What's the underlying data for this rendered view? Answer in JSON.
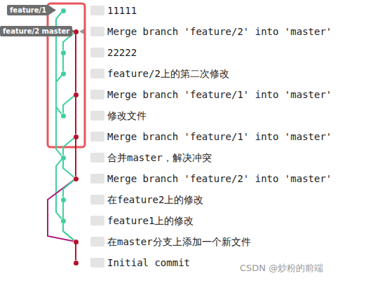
{
  "diagram": {
    "nodes": [
      {
        "text": [
          "feature/1"
        ]
      },
      {
        "text": [
          "11111"
        ]
      },
      {
        "text": [
          "feature/2 master"
        ]
      },
      {
        "text": [
          "Merge branch 'feature/2' into 'master'"
        ]
      },
      {
        "text": [
          "22222"
        ]
      },
      {
        "text": [
          "feature/2上的第二次修改"
        ]
      },
      {
        "text": [
          "Merge branch 'feature/1' into 'master'"
        ]
      },
      {
        "text": [
          "修改文件"
        ]
      },
      {
        "text": [
          "Merge branch 'feature/1' into 'master'"
        ]
      },
      {
        "text": [
          "合并master，解决冲突"
        ]
      },
      {
        "text": [
          "Merge branch 'feature/2' into 'master'"
        ]
      },
      {
        "text": [
          "在feature2上的修改"
        ]
      },
      {
        "text": [
          "feature1上的修改"
        ]
      },
      {
        "text": [
          "在master分支上添加一个新文件"
        ]
      },
      {
        "text": [
          "Initial commit"
        ]
      }
    ],
    "edges": [
      {
        "from": 1,
        "to": 7,
        "arrow": "none"
      },
      {
        "from": 3,
        "to": 6,
        "arrow": "none"
      },
      {
        "from": 3,
        "to": 4,
        "arrow": "none"
      },
      {
        "from": 4,
        "to": 5,
        "arrow": "none"
      },
      {
        "from": 5,
        "to": 9,
        "arrow": "none"
      },
      {
        "from": 6,
        "to": 8,
        "arrow": "none"
      },
      {
        "from": 6,
        "to": 7,
        "arrow": "none"
      },
      {
        "from": 8,
        "to": 10,
        "arrow": "none"
      },
      {
        "from": 8,
        "to": 9,
        "arrow": "none"
      },
      {
        "from": 9,
        "to": 10,
        "arrow": "none"
      },
      {
        "from": 9,
        "to": 12,
        "arrow": "none"
      },
      {
        "from": 10,
        "to": 13,
        "arrow": "none"
      },
      {
        "from": 10,
        "to": 11,
        "arrow": "none"
      },
      {
        "from": 11,
        "to": 13,
        "arrow": "none"
      },
      {
        "from": 12,
        "to": 13,
        "arrow": "none"
      },
      {
        "from": 13,
        "to": 14,
        "arrow": "none"
      }
    ],
    "labels": [
      "CSDN @炒粉的前端"
    ]
  }
}
